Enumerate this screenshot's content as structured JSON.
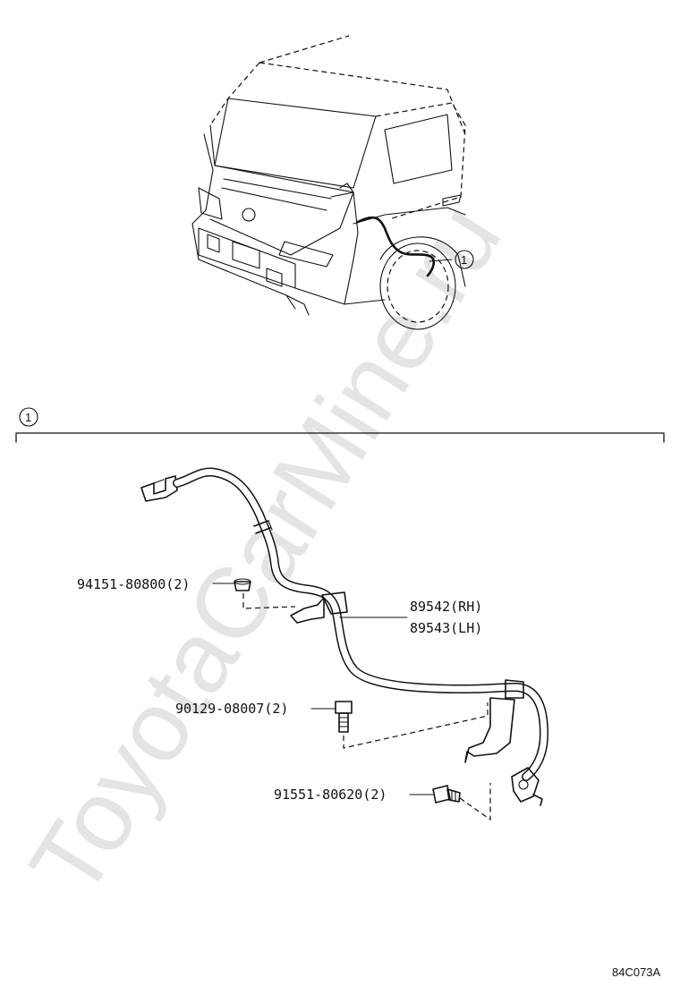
{
  "watermark": "ToyotaCarMine.ru",
  "reference_number": "1",
  "parts": {
    "clip": "94151-80800(2)",
    "sensor_rh": "89542(RH)",
    "sensor_lh": "89543(LH)",
    "bolt_a": "90129-08007(2)",
    "bolt_b": "91551-80620(2)"
  },
  "diagram_code": "84C073A"
}
